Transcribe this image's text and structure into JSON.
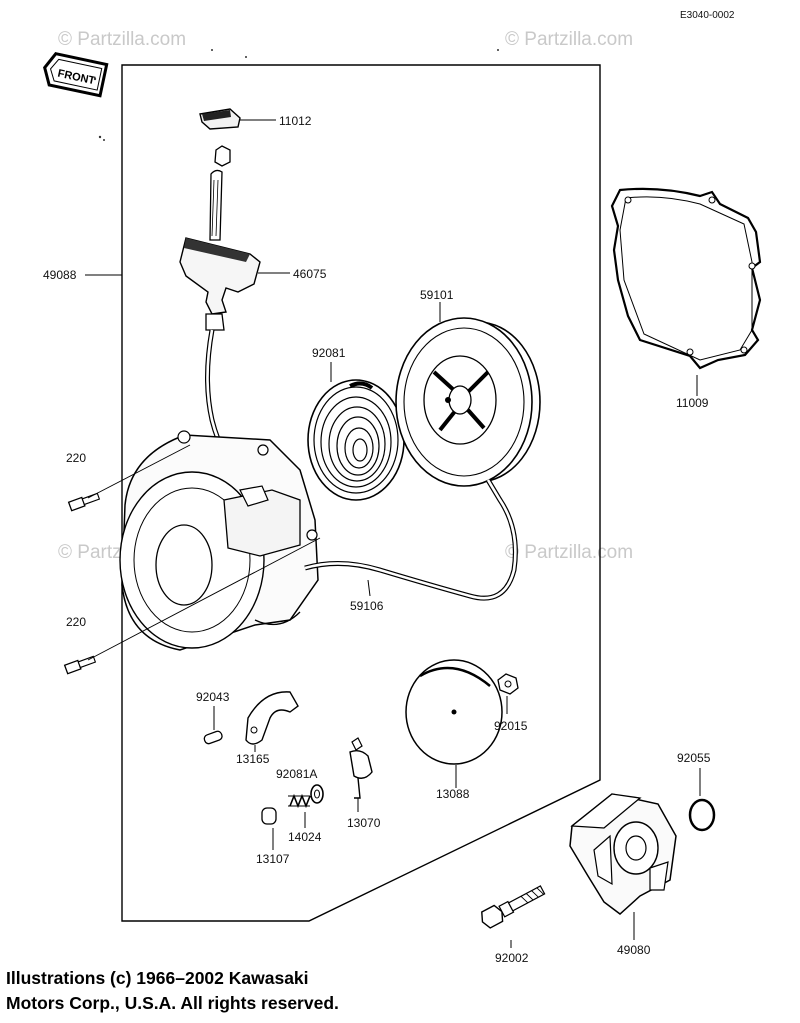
{
  "diagram_code": "E3040-0002",
  "front_tag": "FRONT",
  "watermarks": [
    "© Partzilla.com",
    "© Partzilla.com",
    "© Partzilla.com",
    "© Partzilla.com"
  ],
  "part_labels": {
    "p11012": "11012",
    "p46075": "46075",
    "p49088": "49088",
    "p59101": "59101",
    "p92081": "92081",
    "p11009": "11009",
    "p220a": "220",
    "p220b": "220",
    "p59106": "59106",
    "p92043": "92043",
    "p13165": "13165",
    "p92081a": "92081A",
    "p14024": "14024",
    "p13107": "13107",
    "p13070": "13070",
    "p13088": "13088",
    "p92015": "92015",
    "p92055": "92055",
    "p92002": "92002",
    "p49080": "49080"
  },
  "copyright": {
    "line1": "Illustrations (c) 1966–2002 Kawasaki",
    "line2": "Motors Corp., U.S.A.  All rights reserved."
  }
}
